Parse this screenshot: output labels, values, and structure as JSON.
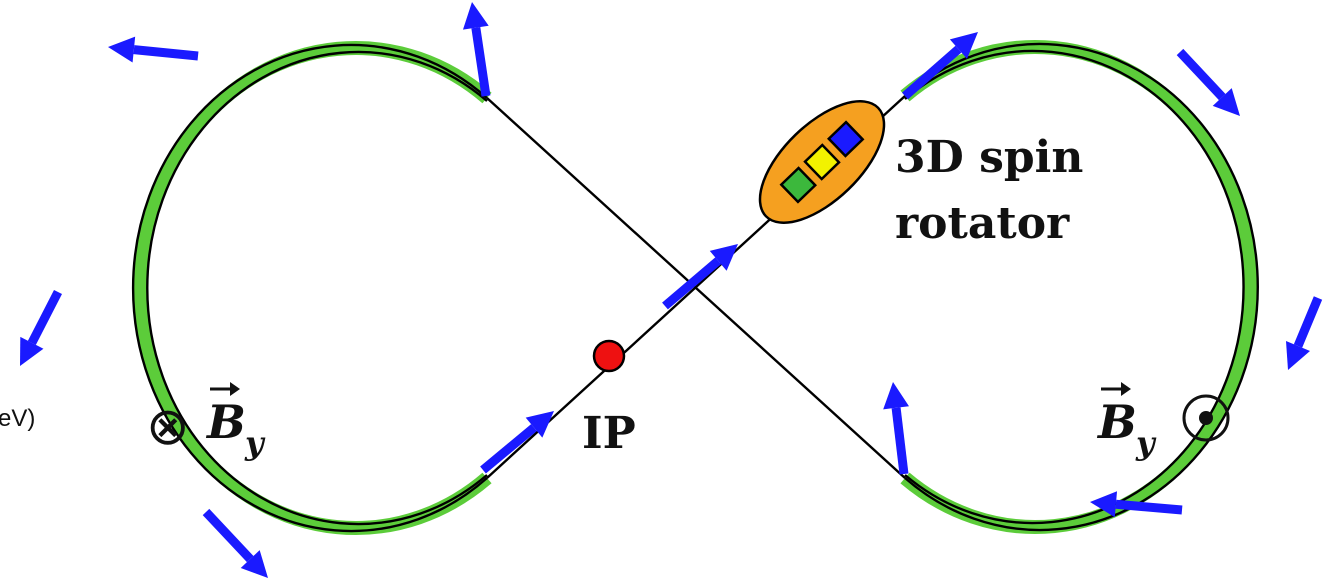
{
  "labels": {
    "spin_rotator_line1": "3D spin",
    "spin_rotator_line2": "rotator",
    "ip": "IP",
    "field_left_symbol": "⊗",
    "field_right_symbol": "⊙",
    "field_base": "B",
    "field_subscript": "y",
    "partial_edge_text": "eV)"
  },
  "colors": {
    "orbit": "#5ccc3a",
    "beamline": "#000000",
    "spin_vector": "#1a1aff",
    "ip_point": "#ee1111",
    "rotator_body": "#f5a020",
    "rotator_magnets": [
      "#3cb83c",
      "#f2f200",
      "#1a1aff"
    ]
  }
}
